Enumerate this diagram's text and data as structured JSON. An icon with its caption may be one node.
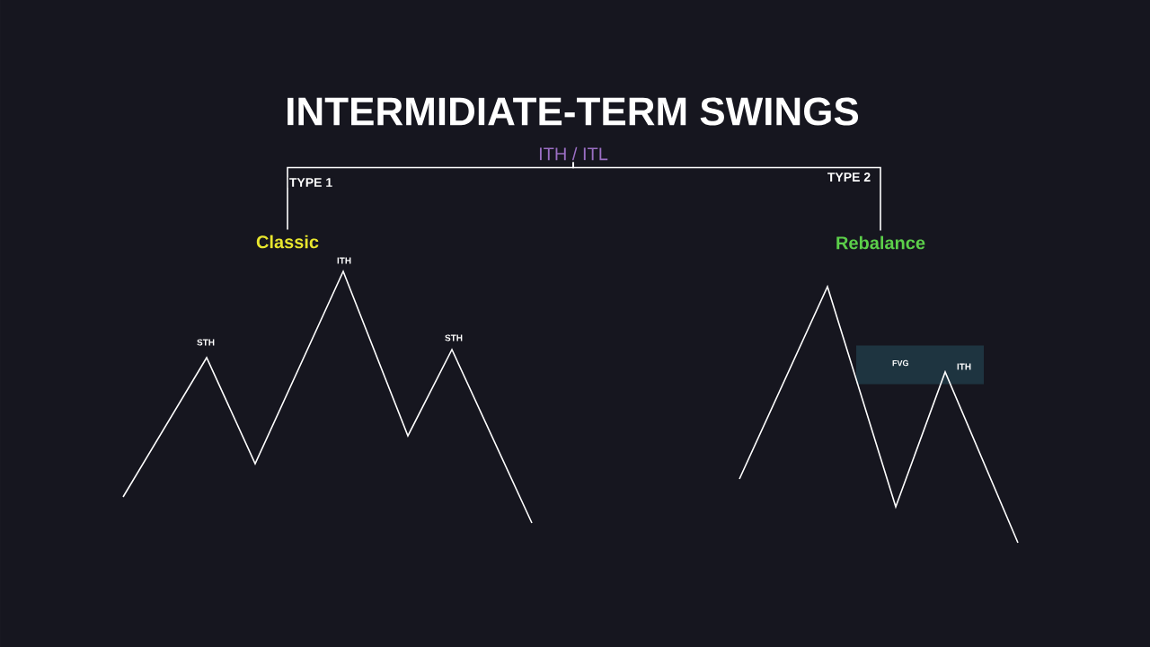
{
  "diagram": {
    "title": "INTERMIDIATE-TERM SWINGS",
    "nodes": [
      {
        "text": [
          "ITH / ITL"
        ]
      },
      {
        "text": [
          "Classic"
        ]
      },
      {
        "text": [
          "Rebalance"
        ]
      },
      {
        "text": [
          "FVG"
        ]
      }
    ],
    "edges": [
      {
        "from": 0,
        "to": 1,
        "arrow": "none",
        "label": "TYPE 1"
      },
      {
        "from": 0,
        "to": 2,
        "arrow": "none",
        "label": "TYPE 2"
      }
    ],
    "labels": [
      "ITH",
      "STH",
      "STH",
      "ITH"
    ]
  }
}
